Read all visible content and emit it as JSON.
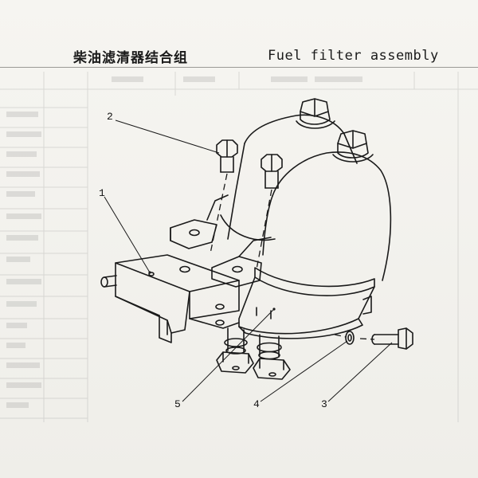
{
  "title": {
    "zh": "柴油滤清器结合组",
    "en": "Fuel filter assembly"
  },
  "callouts": [
    {
      "id": "part-1",
      "label": "1"
    },
    {
      "id": "part-2",
      "label": "2"
    },
    {
      "id": "part-3",
      "label": "3"
    },
    {
      "id": "part-4",
      "label": "4"
    },
    {
      "id": "part-5",
      "label": "5"
    }
  ],
  "colors": {
    "ink": "#1a1a1a",
    "paper": "#f3f2ee"
  }
}
